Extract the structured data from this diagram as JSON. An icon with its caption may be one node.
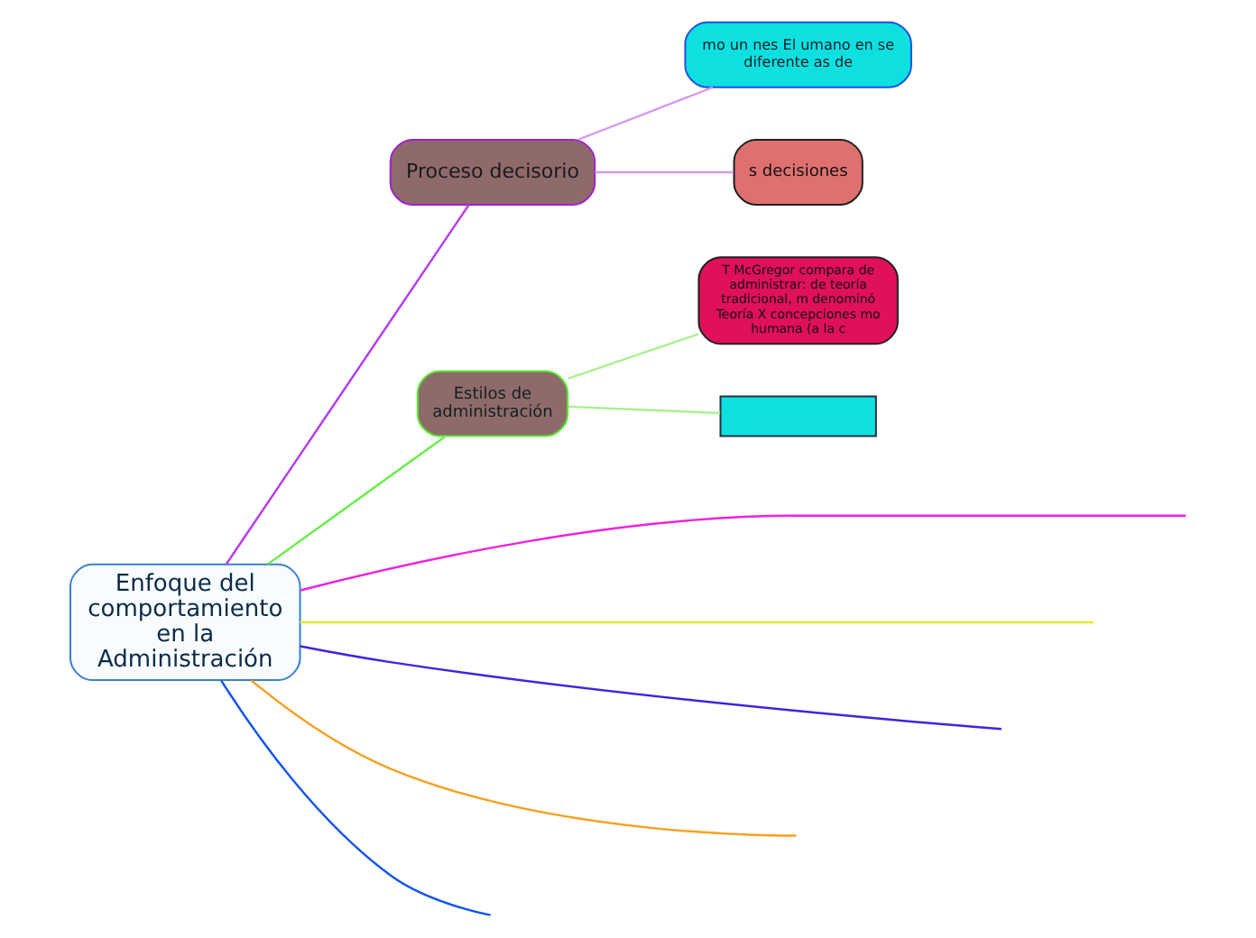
{
  "diagram": {
    "nodes": [
      {
        "text": [
          "Enfoque del comportamiento en la Administración"
        ]
      },
      {
        "text": [
          "Proceso decisorio"
        ]
      },
      {
        "text": [
          "mo un nes El umano en se diferente as de"
        ]
      },
      {
        "text": [
          "s decisiones"
        ]
      },
      {
        "text": [
          "Estilos de administración"
        ]
      },
      {
        "text": [
          "T McGregor compara de administrar: de teoría tradicional, m denominó Teoría X concepciones mo humana (a la c"
        ]
      },
      {
        "text": [],
        "shape": "box"
      }
    ],
    "edges": [
      {
        "from": 0,
        "to": 1,
        "arrow": "none",
        "color": "#b43cf0"
      },
      {
        "from": 1,
        "to": 2,
        "arrow": "none",
        "color": "#d89af0"
      },
      {
        "from": 1,
        "to": 3,
        "arrow": "none",
        "color": "#d89af0"
      },
      {
        "from": 0,
        "to": 4,
        "arrow": "none",
        "color": "#66ee44"
      },
      {
        "from": 4,
        "to": 5,
        "arrow": "none",
        "color": "#aaf090"
      },
      {
        "from": 4,
        "to": 6,
        "arrow": "none",
        "color": "#aaf090"
      },
      {
        "from": 0,
        "to": null,
        "arrow": "none",
        "color": "#ee22dd"
      },
      {
        "from": 0,
        "to": null,
        "arrow": "none",
        "color": "#ddee33"
      },
      {
        "from": 0,
        "to": null,
        "arrow": "none",
        "color": "#4422dd"
      },
      {
        "from": 0,
        "to": null,
        "arrow": "none",
        "color": "#f5a020"
      },
      {
        "from": 0,
        "to": null,
        "arrow": "none",
        "color": "#1155ee"
      }
    ]
  }
}
